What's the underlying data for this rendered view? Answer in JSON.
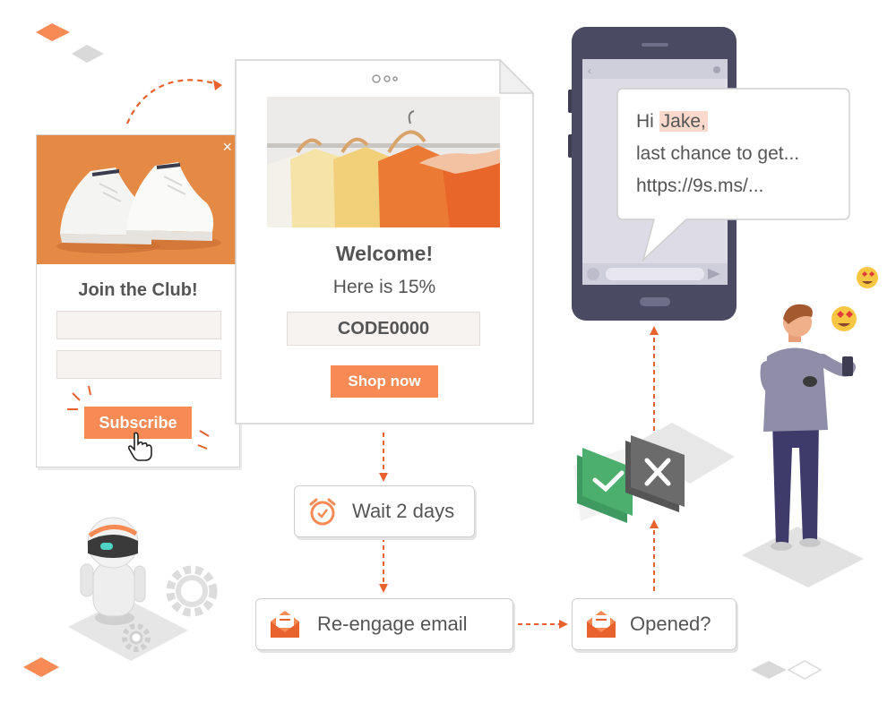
{
  "signup_popup": {
    "title": "Join the Club!",
    "button_label": "Subscribe",
    "close_glyph": "×",
    "image": "sneakers-image"
  },
  "email": {
    "title": "Welcome!",
    "subtitle": "Here is 15%",
    "code": "CODE0000",
    "button_label": "Shop now",
    "image": "clothing-rack-image"
  },
  "sms": {
    "greeting": "Hi ",
    "name": "Jake,",
    "line2": "last chance to get...",
    "line3": "https://9s.ms/..."
  },
  "flow": {
    "wait_label": "Wait 2 days",
    "reengage_label": "Re-engage email",
    "opened_label": "Opened?"
  },
  "icons": [
    "alarm-clock-icon",
    "envelope-icon",
    "checkmark-icon",
    "cross-icon",
    "pointer-hand-icon",
    "heart-eyes-emoji",
    "gear-icon",
    "robot-illustration",
    "person-illustration",
    "smartphone-illustration"
  ],
  "colors": {
    "accent": "#f78a55",
    "accent_dark": "#e8622e",
    "green": "#4caf6e",
    "gray_box": "#6b6b6b",
    "phone": "#4b4a63"
  }
}
